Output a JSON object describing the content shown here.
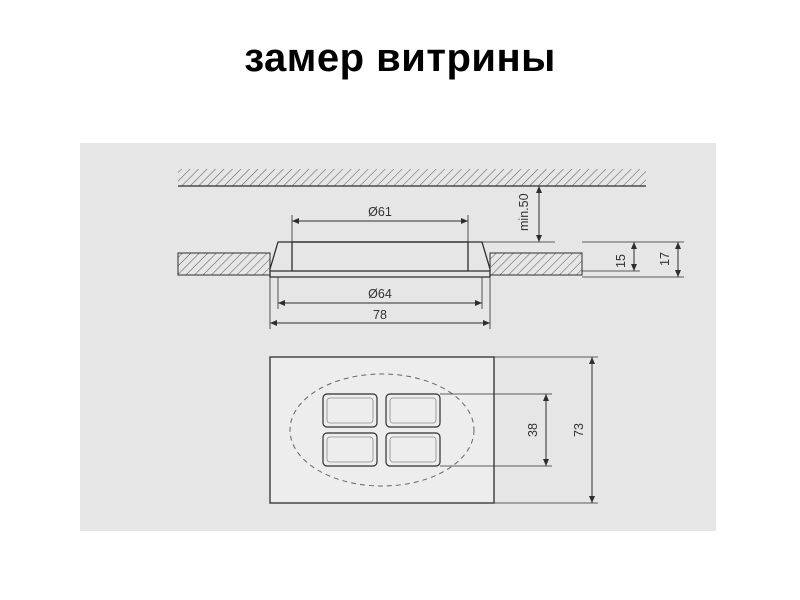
{
  "title": "замер витрины",
  "drawing": {
    "labels": {
      "inner_diameter": "Ø61",
      "outer_diameter": "Ø64",
      "flange_width": "78",
      "min_clearance": "min.50",
      "cutout_depth": "15",
      "total_height": "17",
      "window_size": "38",
      "plate_height": "73"
    },
    "colors": {
      "panel": "#e6e6e6",
      "line": "#2e2e2e",
      "dashed": "#666666"
    }
  }
}
